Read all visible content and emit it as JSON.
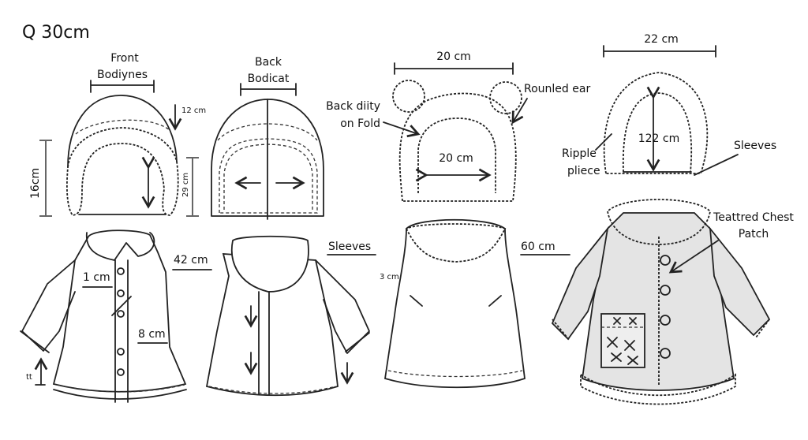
{
  "title": "Q 30cm",
  "front_bodice": {
    "line1": "Front",
    "line2": "Bodiynes",
    "dim_12": "12 cm",
    "dim_16": "16cm",
    "dim_29": "29 cm"
  },
  "back_bodice": {
    "line1": "Back",
    "line2": "Bodicat"
  },
  "hood_back": {
    "top_dim": "20 cm",
    "inner_dim": "20 cm",
    "fold_line1": "Back diity",
    "fold_line2": "on Fold",
    "ear_label": "Rounled ear"
  },
  "hood_front": {
    "top_dim": "22 cm",
    "inner_dim": "122 cm",
    "ripple_line1": "Ripple",
    "ripple_line2": "pliece",
    "sleeves": "Sleeves"
  },
  "coat_front": {
    "dim_42": "42 cm",
    "dim_1": "1 cm",
    "dim_8": "8 cm",
    "arrow_label": "tt"
  },
  "coat_back": {
    "sleeves": "Sleeves"
  },
  "vest": {
    "dim_3": "3 cm",
    "dim_60": "60 cm"
  },
  "finished_coat": {
    "patch_line1": "Teattred Chest",
    "patch_line2": "Patch"
  }
}
